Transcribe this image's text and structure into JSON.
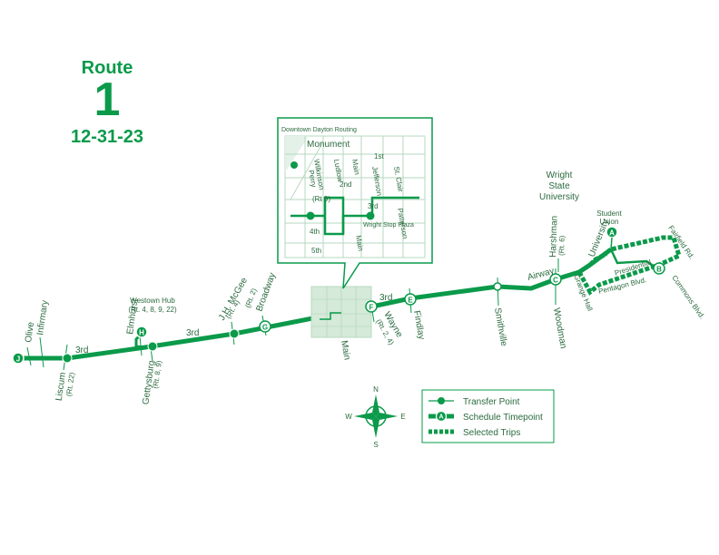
{
  "header": {
    "route_word": "Route",
    "route_number": "1",
    "date": "12-31-23"
  },
  "colors": {
    "route": "#0a9a4a",
    "text": "#2b6a3f",
    "grid": "#b6d9bf",
    "inset_bg": "#e4f1e8"
  },
  "inset": {
    "title": "Downtown Dayton Routing",
    "streets": [
      "Monument",
      "1st",
      "2nd",
      "3rd",
      "4th",
      "5th",
      "Wilkinson",
      "Perry",
      "Ludlow",
      "Main",
      "Jefferson",
      "St. Clair",
      "Patterson"
    ],
    "rt9": "(Rt 9)",
    "wright_stop": "Wright Stop Plaza"
  },
  "streets": {
    "olive": "Olive",
    "infirmary": "Infirmary",
    "third_w": "3rd",
    "third_m": "3rd",
    "third_e": "3rd",
    "liscum": "Liscum",
    "liscum_rt": "(Rt. 22)",
    "elmhurst": "Elmhurst",
    "gettysburg": "Gettysburg",
    "gettysburg_rt": "(Rt. 8, 9)",
    "jh_mcgee": "J.H. McGee",
    "jh_mcgee_rt": "(Rt. 4)",
    "broadway": "Broadway",
    "broadway_rt": "(Rt. 2)",
    "main": "Main",
    "wayne": "Wayne",
    "wayne_rt": "(Rt. 2, 4)",
    "findlay": "Findlay",
    "smithville": "Smithville",
    "woodman": "Woodman",
    "airway": "Airway",
    "harshman": "Harshman",
    "harshman_rt": "(Rt. 6)",
    "university": "University",
    "presidential": "Presidential",
    "fairfield": "Fairfield Rd.",
    "commons": "Commons Blvd.",
    "pentagon": "Pentagon Blvd.",
    "grange_hall": "Grange Hall"
  },
  "places": {
    "westown_hub": "Westown Hub",
    "westown_hub_rt": "(Rt. 4, 8, 9, 22)",
    "wsu": "Wright State University",
    "student_union": "Student Union"
  },
  "timepoints": [
    "J",
    "H",
    "G",
    "F",
    "E",
    "C",
    "A",
    "B"
  ],
  "compass": {
    "n": "N",
    "s": "S",
    "e": "E",
    "w": "W"
  },
  "legend": {
    "transfer": "Transfer Point",
    "timepoint": "Schedule Timepoint",
    "timepoint_letter": "A",
    "selected": "Selected Trips"
  }
}
